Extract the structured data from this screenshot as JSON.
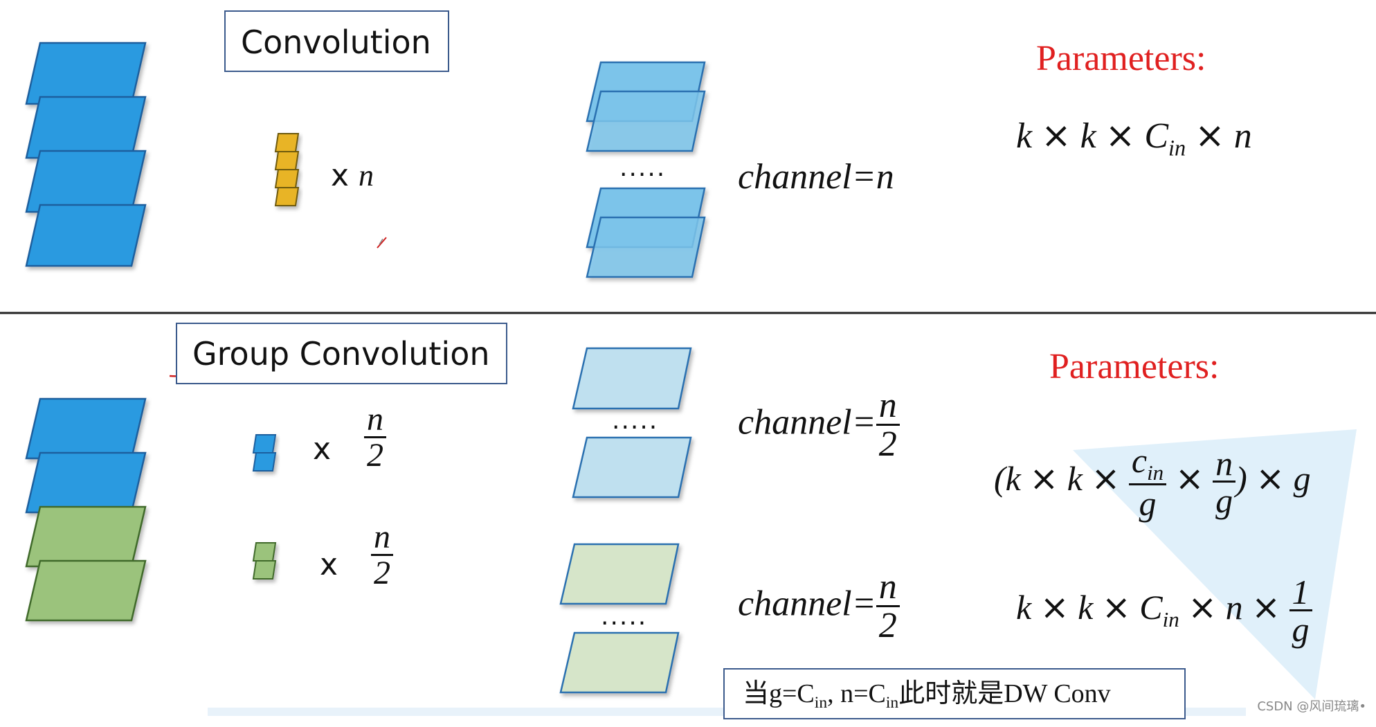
{
  "top": {
    "title": "Convolution",
    "times_n": "x",
    "n": "n",
    "dots": ".....",
    "channel_label": "channel=n",
    "params_label": "Parameters:",
    "formula": {
      "k": "k",
      "cin": "C",
      "cin_sub": "in",
      "n": "n"
    }
  },
  "bottom": {
    "title": "Group Convolution",
    "x1": "x",
    "x2": "x",
    "frac_num": "n",
    "frac_den": "2",
    "dots1": ".....",
    "dots2": ".....",
    "channel_label": "channel=",
    "params_label": "Parameters:",
    "formula1": {
      "open": "(k",
      "k": "k",
      "c": "c",
      "c_sub": "in",
      "g": "g",
      "n": "n",
      "close": ")",
      "tail_g": "g"
    },
    "formula2": {
      "k": "k",
      "c": "C",
      "c_sub": "in",
      "n": "n",
      "one": "1",
      "g": "g"
    },
    "note": {
      "pre": "当g=C",
      "sub1": "in",
      "mid": ", n=C",
      "sub2": "in",
      "post": "此时就是DW Conv"
    }
  },
  "watermark": "CSDN @风间琉璃•",
  "colors": {
    "blue": "#2b9ae0",
    "blue_light": "#7cc4ea",
    "blue_pale": "#bfe0ef",
    "green": "#9bc37c",
    "green_pale": "#d6e5c9",
    "yellow": "#e8b428",
    "red": "#e02020"
  }
}
